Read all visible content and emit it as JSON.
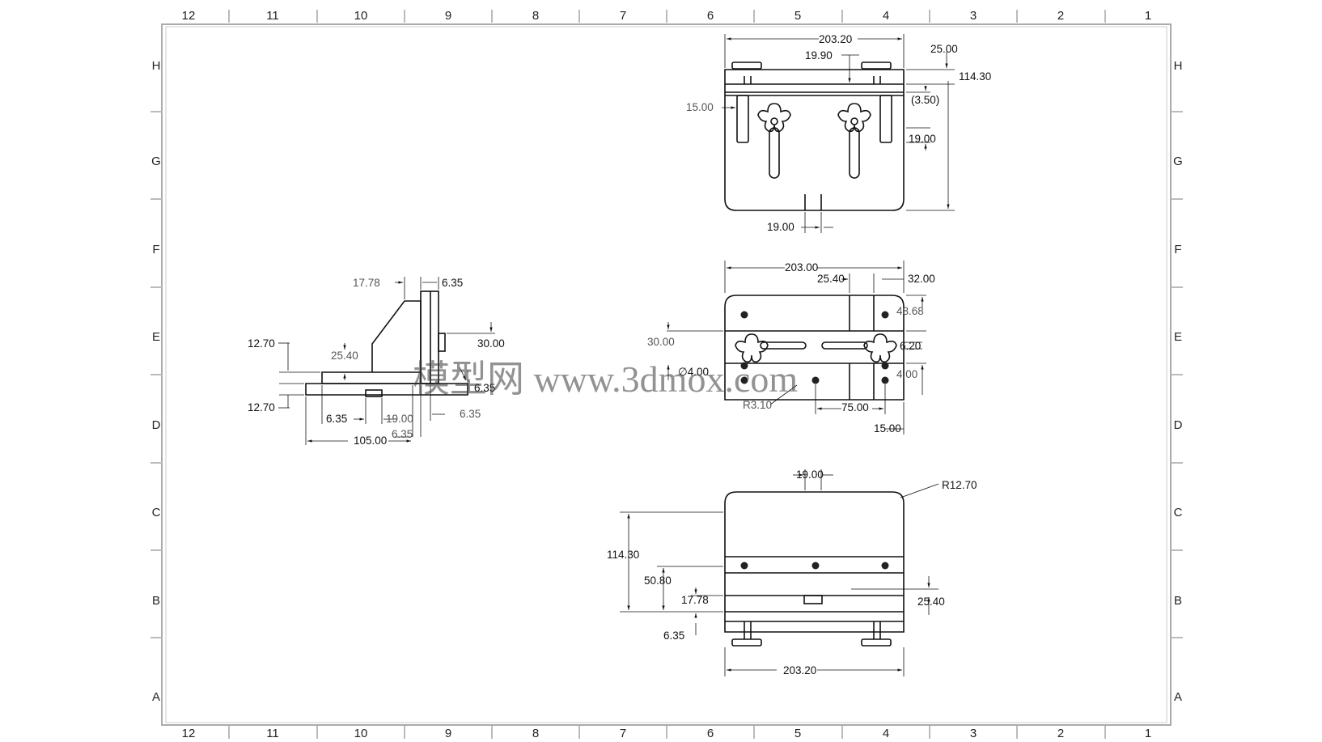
{
  "zones": {
    "columns": [
      "12",
      "11",
      "10",
      "9",
      "8",
      "7",
      "6",
      "5",
      "4",
      "3",
      "2",
      "1"
    ],
    "rows": [
      "H",
      "G",
      "F",
      "E",
      "D",
      "C",
      "B",
      "A"
    ]
  },
  "top_view": {
    "dims": {
      "overall_width": "203.20",
      "slot_offset": "19.90",
      "knob_offset": "25.00",
      "overall_depth": "114.30",
      "ref_thickness": "(3.50)",
      "side_inset": "15.00",
      "slot_width": "19.00",
      "tab_width": "19.00"
    }
  },
  "front_view": {
    "dims": {
      "overall_width": "203.00",
      "slot_spacing": "25.40",
      "slot_width": "32.00",
      "top_height": "48.68",
      "slot_height": "30.00",
      "slot_gap": "6.20",
      "hole_dia": "∅4.00",
      "lower_height": "4.00",
      "slot_radius": "R3.10",
      "hole_spacing": "75.00",
      "edge_offset": "15.00"
    }
  },
  "side_view": {
    "dims": {
      "rib_width": "17.78",
      "plate_thick": "6.35",
      "top_height": "12.70",
      "rib_height": "25.40",
      "knob_height": "30.00",
      "gap_right": "6.35",
      "bottom_height": "12.70",
      "left_step": "6.35",
      "slot_len": "19.00",
      "right_step": "6.35",
      "overall_len": "105.00",
      "bottom_step": "6.35"
    }
  },
  "bottom_view": {
    "dims": {
      "tab_width": "19.00",
      "corner_radius": "R12.70",
      "overall_depth": "114.30",
      "rail_height": "50.80",
      "rail_thick": "17.78",
      "rail_offset": "25.40",
      "foot_offset": "6.35",
      "overall_width": "203.20"
    }
  },
  "watermark": "模型网 www.3dmox.com"
}
